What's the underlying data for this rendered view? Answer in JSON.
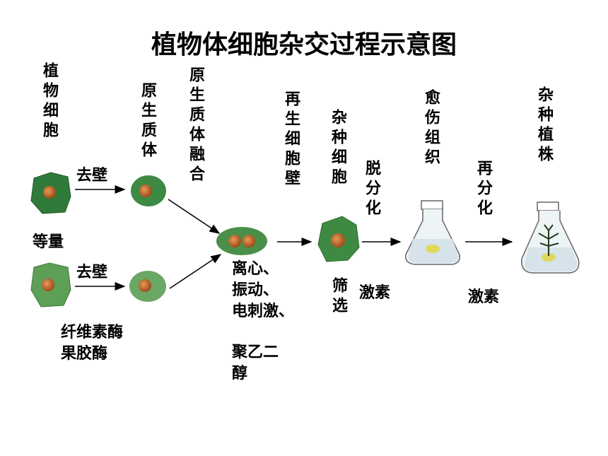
{
  "title": "植物体细胞杂交过程示意图",
  "labels": {
    "plant_cell": "植物细胞",
    "protoplast": "原生质体",
    "fusion": "原生质体融合",
    "regenerate_wall": "再生细胞壁",
    "hybrid_cell": "杂种细胞",
    "callus": "愈伤组织",
    "hybrid_plant": "杂种植株",
    "remove_wall_1": "去壁",
    "remove_wall_2": "去壁",
    "equal_amount": "等量",
    "enzyme_1": "纤维素酶",
    "enzyme_2": "果胶酶",
    "methods_1": "离心、",
    "methods_2": "振动、",
    "methods_3": "电刺激、",
    "methods_4": "聚乙二",
    "methods_5": "醇",
    "dediff": "脱分化",
    "hormone_1": "激素",
    "screening": "筛选",
    "rediff": "再分化",
    "hormone_2": "激素"
  },
  "colors": {
    "cell_dark": "#2e7a3a",
    "cell_light": "#5c9e57",
    "nucleus": "#c8662a",
    "arrow": "#000000"
  }
}
